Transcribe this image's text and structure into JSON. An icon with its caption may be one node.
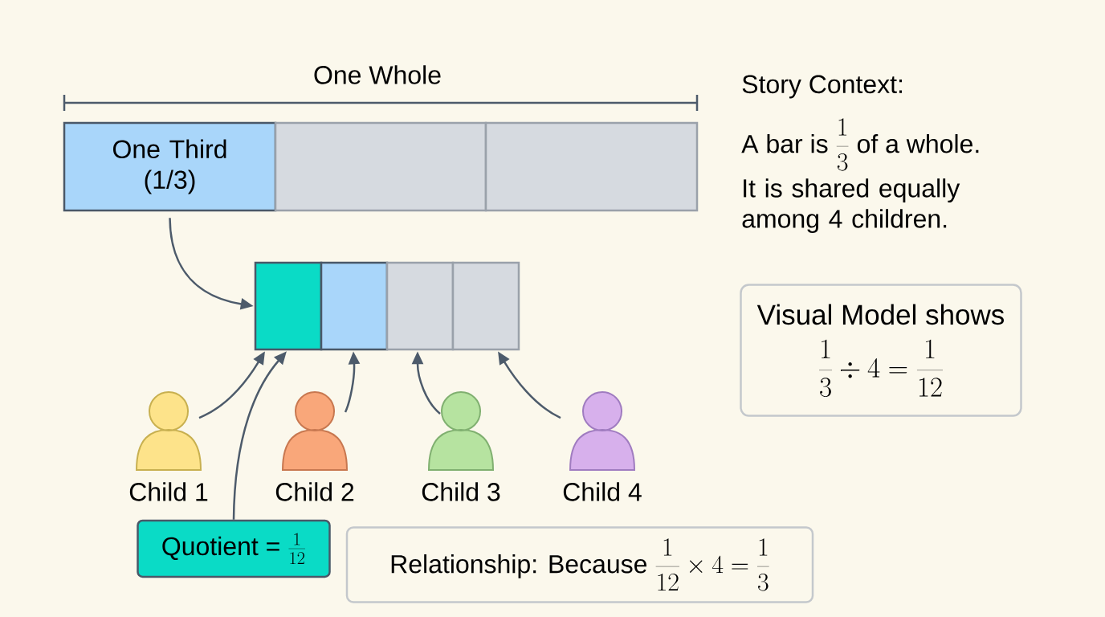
{
  "diagram": {
    "nodes": [
      {
        "text": [
          "One Third (1/3)"
        ]
      },
      {
        "text": [],
        "shape": "box"
      },
      {
        "text": [],
        "shape": "box"
      },
      {
        "text": [],
        "shape": "box"
      },
      {
        "text": [],
        "shape": "box"
      },
      {
        "text": [],
        "shape": "box"
      },
      {
        "text": [],
        "shape": "box"
      },
      {
        "text": [
          "Child 1"
        ]
      },
      {
        "text": [
          "Child 2"
        ]
      },
      {
        "text": [
          "Child 3"
        ]
      },
      {
        "text": [
          "Child 4"
        ]
      },
      {
        "text": [
          "Quotient =",
          "\\frac{1}{12}"
        ]
      },
      {
        "text": [
          "Visual Model shows",
          "\\frac{1}{3} \\div 4 = \\frac{1}{12}"
        ]
      },
      {
        "text": [
          "Relationship: Because",
          "\\frac{1}{12} \\times 4 = \\frac{1}{3}"
        ]
      }
    ],
    "edges": [
      {
        "from": 0,
        "to": 3,
        "arrow": "to"
      },
      {
        "from": 7,
        "to": 3,
        "arrow": "to"
      },
      {
        "from": 11,
        "to": 3,
        "arrow": "to"
      },
      {
        "from": 8,
        "to": 4,
        "arrow": "to"
      },
      {
        "from": 9,
        "to": 5,
        "arrow": "to"
      },
      {
        "from": 10,
        "to": 6,
        "arrow": "to"
      }
    ],
    "labels": [
      "One Whole",
      "Story Context:",
      "A bar is",
      "\\frac{1}{3}",
      "of a whole.",
      "It is shared equally among 4 children."
    ]
  }
}
